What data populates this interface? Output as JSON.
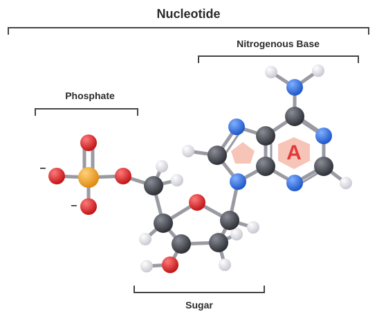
{
  "title": "Nucleotide",
  "labels": {
    "nitrogenous_base": "Nitrogenous Base",
    "phosphate": "Phosphate",
    "sugar": "Sugar",
    "base_letter": "A",
    "charge_top": "–",
    "charge_bottom": "–"
  },
  "colors": {
    "carbon": "#3d3f46",
    "hydrogen": "#eeeef4",
    "nitrogen": "#2f6fe4",
    "oxygen": "#e0262b",
    "phosphorus": "#f0a01e",
    "ring_highlight": "#f7c4b8",
    "letter": "#e23a3a",
    "bracket": "#444444"
  }
}
